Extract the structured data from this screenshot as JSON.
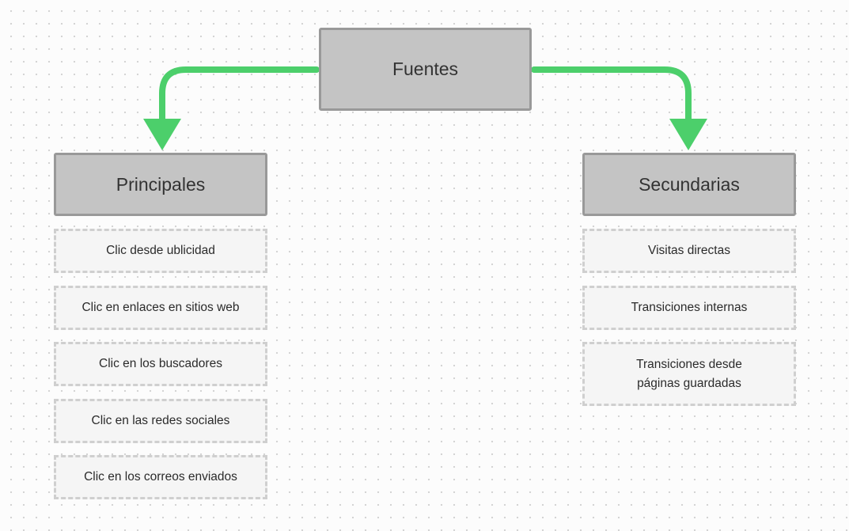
{
  "colors": {
    "arrow": "#4ccf6b",
    "box_fill": "#c4c4c4",
    "box_border": "#999999",
    "item_fill": "#f5f5f5",
    "item_border": "#cfcfcf"
  },
  "root": {
    "label": "Fuentes"
  },
  "principales": {
    "label": "Principales",
    "items": [
      "Clic desde ublicidad",
      "Clic en enlaces en sitios web",
      "Clic en los buscadores",
      "Clic en las redes sociales",
      "Clic en los correos enviados"
    ]
  },
  "secundarias": {
    "label": "Secundarias",
    "items": [
      "Visitas directas",
      "Transiciones internas",
      "Transiciones desde\npáginas guardadas"
    ]
  }
}
